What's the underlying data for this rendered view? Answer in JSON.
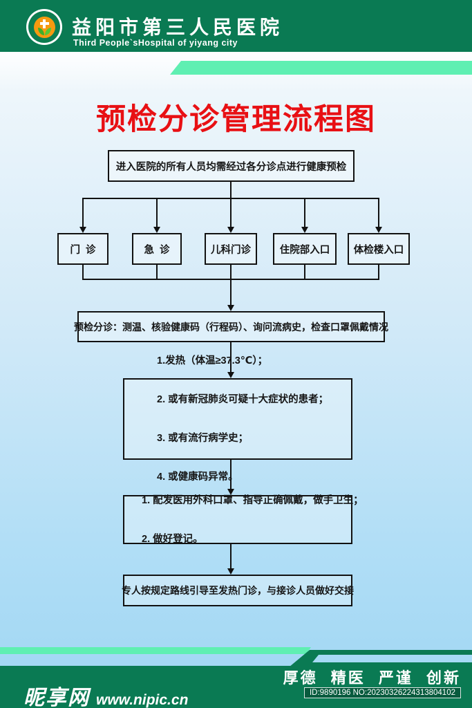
{
  "colors": {
    "header_green": "#0a7a53",
    "mint_green": "#5fefb2",
    "title_red": "#e81014",
    "line_black": "#111111",
    "body_gradient_top": "#ffffff",
    "body_gradient_bottom": "#9fd6f3",
    "footer_blue_stripe": "#a6daf5",
    "logo_orange": "#f59a10"
  },
  "header": {
    "hospital_name": "益阳市第三人民医院",
    "hospital_name_en": "Third People`sHospital of yiyang city"
  },
  "title": "预检分诊管理流程图",
  "flow": {
    "entry": "进入医院的所有人员均需经过各分诊点进行健康预检",
    "entry_points": [
      "门  诊",
      "急  诊",
      "儿科门诊",
      "住院部入口",
      "体检楼入口"
    ],
    "triage": "预检分诊：测温、核验健康码（行程码）、询问流病史，检查口罩佩戴情况",
    "criteria_lines": [
      "1.发热（体温≥37.3℃）；",
      "2. 或有新冠肺炎可疑十大症状的患者；",
      "3. 或有流行病学史；",
      "4. 或健康码异常。"
    ],
    "action_lines": [
      "1. 配发医用外科口罩、指导正确佩戴，做手卫生；",
      "2. 做好登记。"
    ],
    "final": "专人按规定路线引导至发热门诊，与接诊人员做好交接"
  },
  "footer": {
    "motto": "厚德 精医 严谨 创新",
    "id_line": "ID:9890196 NO:20230326224313804102",
    "watermark_site": "昵享网",
    "watermark_url": "www.nipic.cn"
  }
}
